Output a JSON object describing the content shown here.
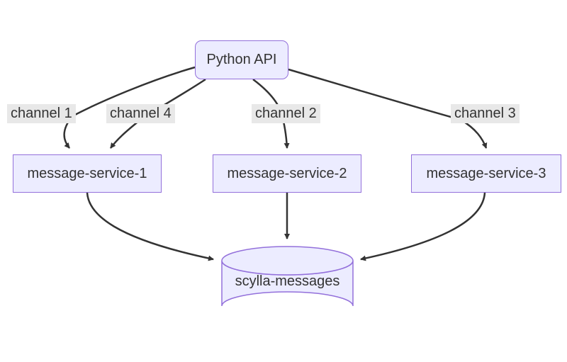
{
  "diagram": {
    "type": "flowchart",
    "nodes": [
      {
        "id": "python-api",
        "label": "Python API",
        "shape": "rounded-rect"
      },
      {
        "id": "message-service-1",
        "label": "message-service-1",
        "shape": "rect"
      },
      {
        "id": "message-service-2",
        "label": "message-service-2",
        "shape": "rect"
      },
      {
        "id": "message-service-3",
        "label": "message-service-3",
        "shape": "rect"
      },
      {
        "id": "scylla-messages",
        "label": "scylla-messages",
        "shape": "cylinder-database"
      }
    ],
    "edges": [
      {
        "from": "Python API",
        "to": "message-service-1",
        "label": "channel 1"
      },
      {
        "from": "Python API",
        "to": "message-service-1",
        "label": "channel 4"
      },
      {
        "from": "Python API",
        "to": "message-service-2",
        "label": "channel 2"
      },
      {
        "from": "Python API",
        "to": "message-service-3",
        "label": "channel 3"
      },
      {
        "from": "message-service-1",
        "to": "scylla-messages",
        "label": ""
      },
      {
        "from": "message-service-2",
        "to": "scylla-messages",
        "label": ""
      },
      {
        "from": "message-service-3",
        "to": "scylla-messages",
        "label": ""
      }
    ],
    "colors": {
      "background": "#ffffff",
      "node_fill": "#ECECFF",
      "node_border": "#9370DB",
      "edge_line": "#333333",
      "edge_label_bg": "#e8e8e8",
      "text": "#333333"
    }
  }
}
